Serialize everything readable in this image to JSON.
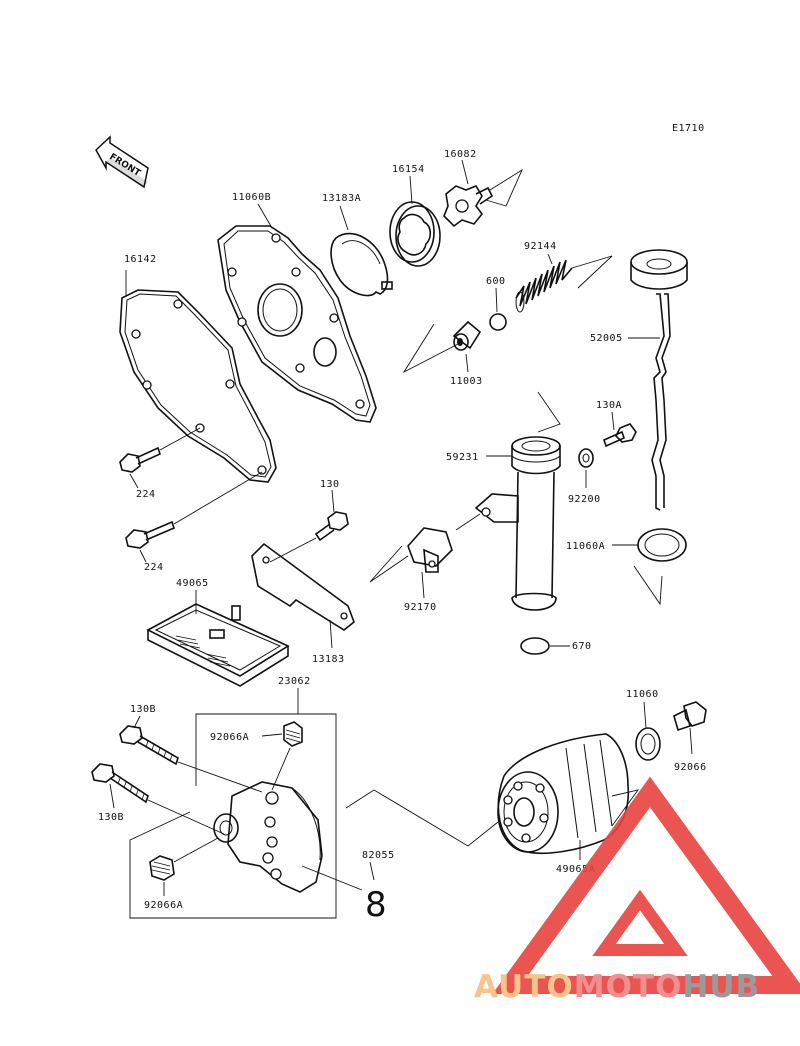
{
  "diagram": {
    "figure_code": "E1710",
    "front_label": "FRONT",
    "big_eight": "8",
    "parts": {
      "p16082": "16082",
      "p16154": "16154",
      "p13183A": "13183A",
      "p11060B": "11060B",
      "p16142": "16142",
      "p92144": "92144",
      "p600": "600",
      "p52005": "52005",
      "p11003": "11003",
      "p130A": "130A",
      "p59231": "59231",
      "p92200": "92200",
      "p224a": "224",
      "p224b": "224",
      "p130": "130",
      "p11060A": "11060A",
      "p49065": "49065",
      "p92170": "92170",
      "p13183": "13183",
      "p670": "670",
      "p23062": "23062",
      "p130Ba": "130B",
      "p130Bb": "130B",
      "p92066Aa": "92066A",
      "p92066Ab": "92066A",
      "p11060": "11060",
      "p92066": "92066",
      "p82055": "82055",
      "p49065A": "49065A"
    }
  },
  "watermark": {
    "part1": "AUTO",
    "part2": "MOTO",
    "part3": "HUB",
    "color_auto": "#f7c58c",
    "color_moto": "#f08f8f",
    "color_hub": "#9a9a9a",
    "triangle_color": "#e8423f"
  }
}
